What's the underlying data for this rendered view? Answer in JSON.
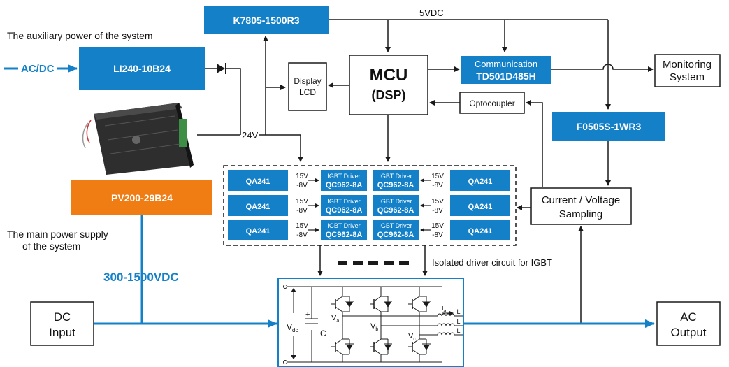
{
  "colors": {
    "blue": "#1380c8",
    "orange": "#ef7d14",
    "line": "#1a1a1a",
    "white": "#ffffff",
    "text": "#111111"
  },
  "labels": {
    "aux_title": "The auxiliary power of the system",
    "acdc": "AC/DC",
    "li240": "LI240-10B24",
    "k7805": "K7805-1500R3",
    "v5": "5VDC",
    "display_1": "Display",
    "display_2": "LCD",
    "mcu_1": "MCU",
    "mcu_2": "(DSP)",
    "comm_1": "Communication",
    "comm_2": "TD501D485H",
    "monitor_1": "Monitoring",
    "monitor_2": "System",
    "opto": "Optocoupler",
    "f0505": "F0505S-1WR3",
    "v24": "24V",
    "pv200": "PV200-29B24",
    "main_1": "The main power supply",
    "main_2": "of the system",
    "vdc_range": "300-1500VDC",
    "dc_1": "DC",
    "dc_2": "Input",
    "ac_1": "AC",
    "ac_2": "Output",
    "sampling_1": "Current / Voltage",
    "sampling_2": "Sampling",
    "iso": "Isolated driver circuit for IGBT",
    "qa241": "QA241",
    "igbt_1": "IGBT Driver",
    "igbt_2": "QC962-8A",
    "p15": "15V",
    "m8": "-8V",
    "vdc_sym": "V",
    "vdc_sub": "dc",
    "cap_plus": "+",
    "cap_c": "C",
    "va": "V",
    "va_sub": "a",
    "vb": "V",
    "vb_sub": "b",
    "vc": "V",
    "vc_sub": "c",
    "ia": "i",
    "ia_sub": "a",
    "L": "L"
  }
}
